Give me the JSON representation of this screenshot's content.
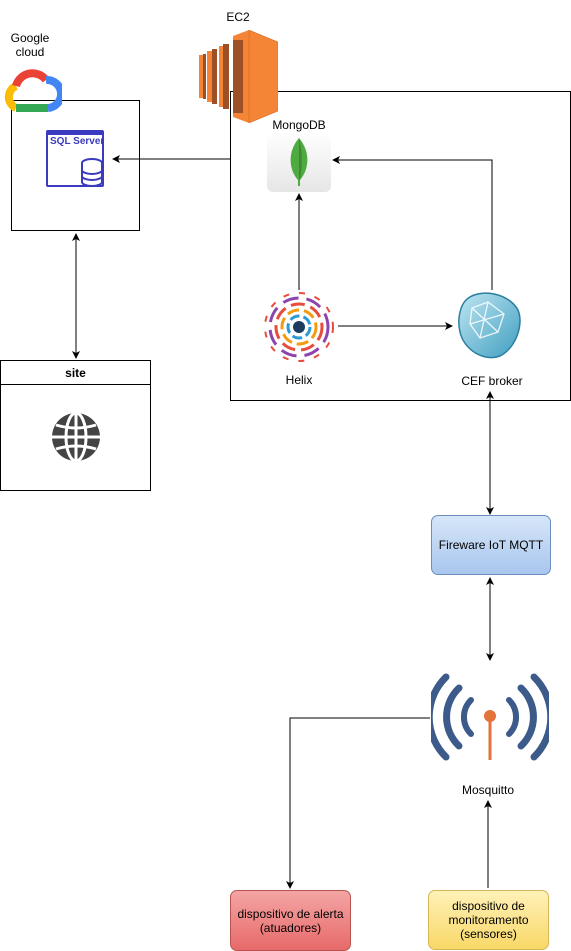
{
  "nodes": {
    "ec2": {
      "label": "EC2"
    },
    "google_cloud": {
      "label_line1": "Google",
      "label_line2": "cloud"
    },
    "sql_server": {
      "label": "SQL Server"
    },
    "mongodb": {
      "label": "MongoDB"
    },
    "helix": {
      "label": "Helix"
    },
    "cef_broker": {
      "label": "CEF broker"
    },
    "site": {
      "label": "site"
    },
    "fiware": {
      "label": "Fireware IoT MQTT"
    },
    "mosquitto": {
      "label": "Mosquitto"
    },
    "alert_device": {
      "label_line1": "dispositivo de alerta",
      "label_line2": "(atuadores)"
    },
    "monitor_device": {
      "label_line1": "dispositivo de",
      "label_line2": "monitoramento",
      "label_line3": "(sensores)"
    }
  },
  "colors": {
    "ec2_orange": "#F58536",
    "fiware_fill": "#B9D2F1",
    "alert_fill": "#EE7F7F",
    "monitor_fill": "#FCE28A",
    "sql_blue": "#3B3BBF",
    "mosquitto_blue": "#3C5A8A",
    "mosquitto_orange": "#E4723B"
  },
  "icons": [
    "google-cloud-icon",
    "ec2-icon",
    "sql-server-icon",
    "mongodb-icon",
    "helix-icon",
    "cef-broker-icon",
    "globe-icon",
    "mosquitto-icon"
  ]
}
